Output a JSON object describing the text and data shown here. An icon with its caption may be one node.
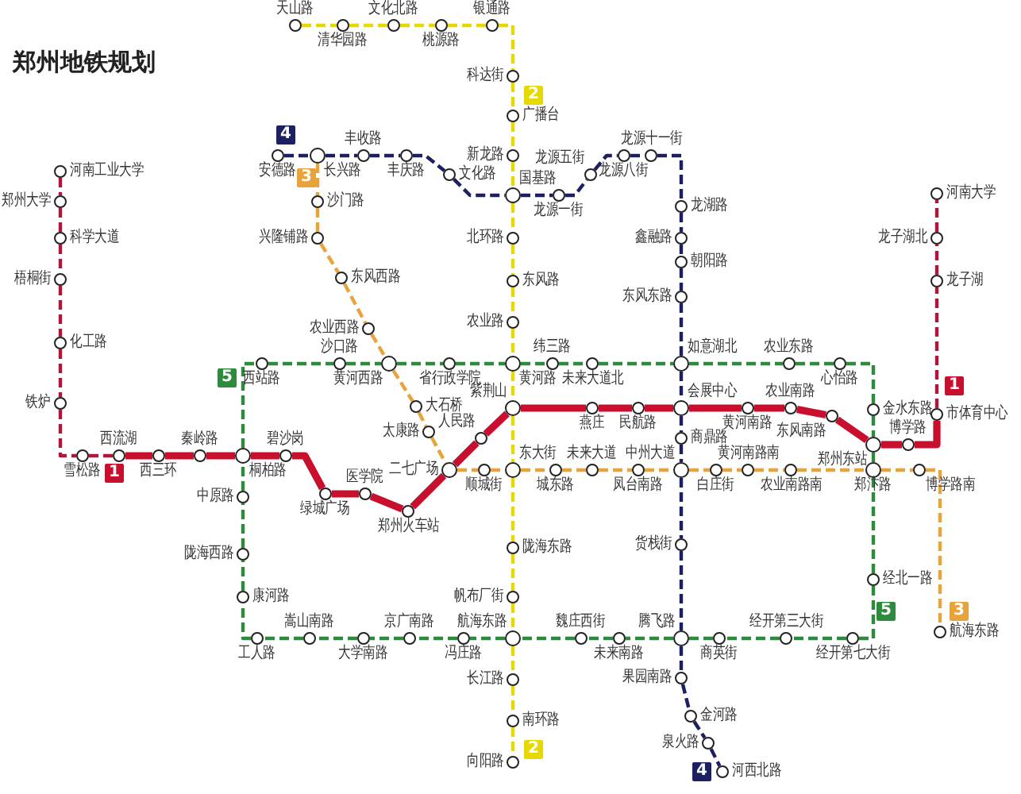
{
  "diagram": {
    "title": "郑州地铁规划",
    "nodes": [
      {
        "text": [],
        "shape": "circle",
        "beside": [
          "天山路"
        ]
      },
      {
        "text": [],
        "shape": "circle",
        "beside": [
          "清华园路"
        ]
      },
      {
        "text": [],
        "shape": "circle",
        "beside": [
          "文化北路"
        ]
      },
      {
        "text": [],
        "shape": "circle",
        "beside": [
          "桃源路"
        ]
      },
      {
        "text": [],
        "shape": "circle",
        "beside": [
          "银通路"
        ]
      },
      {
        "text": [],
        "shape": "circle",
        "beside": [
          "科达街"
        ]
      },
      {
        "text": [],
        "shape": "circle",
        "beside": [
          "广播台"
        ]
      },
      {
        "text": [],
        "shape": "circle",
        "beside": [
          "新龙路"
        ]
      },
      {
        "text": [],
        "shape": "circle",
        "beside": [
          "国基路"
        ]
      },
      {
        "text": [],
        "shape": "circle",
        "beside": [
          "北环路"
        ]
      },
      {
        "text": [],
        "shape": "circle",
        "beside": [
          "东风路"
        ]
      },
      {
        "text": [],
        "shape": "circle",
        "beside": [
          "农业路"
        ]
      },
      {
        "text": [],
        "shape": "circle",
        "beside": [
          "黄河路"
        ]
      },
      {
        "text": [],
        "shape": "circle",
        "beside": [
          "紫荆山"
        ]
      },
      {
        "text": [],
        "shape": "circle",
        "beside": [
          "东大街"
        ]
      },
      {
        "text": [],
        "shape": "circle",
        "beside": [
          "陇海东路"
        ]
      },
      {
        "text": [],
        "shape": "circle",
        "beside": [
          "帆布厂街"
        ]
      },
      {
        "text": [],
        "shape": "circle",
        "beside": [
          "航海东路"
        ]
      },
      {
        "text": [],
        "shape": "circle",
        "beside": [
          "长江路"
        ]
      },
      {
        "text": [],
        "shape": "circle",
        "beside": [
          "南环路"
        ]
      },
      {
        "text": [],
        "shape": "circle",
        "beside": [
          "向阳路"
        ]
      },
      {
        "text": [],
        "shape": "circle",
        "beside": [
          "安德路"
        ]
      },
      {
        "text": [],
        "shape": "circle",
        "beside": [
          "长兴路"
        ]
      },
      {
        "text": [],
        "shape": "circle",
        "beside": [
          "丰收路"
        ]
      },
      {
        "text": [],
        "shape": "circle",
        "beside": [
          "丰庆路"
        ]
      },
      {
        "text": [],
        "shape": "circle",
        "beside": [
          "文化路"
        ]
      },
      {
        "text": [],
        "shape": "circle",
        "beside": [
          "龙源一街"
        ]
      },
      {
        "text": [],
        "shape": "circle",
        "beside": [
          "龙源五街"
        ]
      },
      {
        "text": [],
        "shape": "circle",
        "beside": [
          "龙源八街"
        ]
      },
      {
        "text": [],
        "shape": "circle",
        "beside": [
          "龙源十一街"
        ]
      },
      {
        "text": [],
        "shape": "circle",
        "beside": [
          "龙湖路"
        ]
      },
      {
        "text": [],
        "shape": "circle",
        "beside": [
          "鑫融路"
        ]
      },
      {
        "text": [],
        "shape": "circle",
        "beside": [
          "朝阳路"
        ]
      },
      {
        "text": [],
        "shape": "circle",
        "beside": [
          "东风东路"
        ]
      },
      {
        "text": [],
        "shape": "circle",
        "beside": [
          "如意湖北"
        ]
      },
      {
        "text": [],
        "shape": "circle",
        "beside": [
          "会展中心"
        ]
      },
      {
        "text": [],
        "shape": "circle",
        "beside": [
          "商鼎路"
        ]
      },
      {
        "text": [],
        "shape": "circle",
        "beside": [
          "中州大道"
        ]
      },
      {
        "text": [],
        "shape": "circle",
        "beside": [
          "货栈街"
        ]
      },
      {
        "text": [],
        "shape": "circle",
        "beside": [
          "腾飞路"
        ]
      },
      {
        "text": [],
        "shape": "circle",
        "beside": [
          "果园南路"
        ]
      },
      {
        "text": [],
        "shape": "circle",
        "beside": [
          "金河路"
        ]
      },
      {
        "text": [],
        "shape": "circle",
        "beside": [
          "泉火路"
        ]
      },
      {
        "text": [],
        "shape": "circle",
        "beside": [
          "河西北路"
        ]
      },
      {
        "text": [],
        "shape": "circle",
        "beside": [
          "沙门路"
        ]
      },
      {
        "text": [],
        "shape": "circle",
        "beside": [
          "兴隆铺路"
        ]
      },
      {
        "text": [],
        "shape": "circle",
        "beside": [
          "东风西路"
        ]
      },
      {
        "text": [],
        "shape": "circle",
        "beside": [
          "农业西路"
        ]
      },
      {
        "text": [],
        "shape": "circle",
        "beside": [
          "黄河西路"
        ]
      },
      {
        "text": [],
        "shape": "circle",
        "beside": [
          "大石桥"
        ]
      },
      {
        "text": [],
        "shape": "circle",
        "beside": [
          "太康路"
        ]
      },
      {
        "text": [],
        "shape": "circle",
        "beside": [
          "二七广场"
        ]
      },
      {
        "text": [],
        "shape": "circle",
        "beside": [
          "顺城街"
        ]
      },
      {
        "text": [],
        "shape": "circle",
        "beside": [
          "城东路"
        ]
      },
      {
        "text": [],
        "shape": "circle",
        "beside": [
          "未来大道"
        ]
      },
      {
        "text": [],
        "shape": "circle",
        "beside": [
          "凤台南路"
        ]
      },
      {
        "text": [],
        "shape": "circle",
        "beside": [
          "白庄街"
        ]
      },
      {
        "text": [],
        "shape": "circle",
        "beside": [
          "黄河南路南"
        ]
      },
      {
        "text": [],
        "shape": "circle",
        "beside": [
          "农业南路南"
        ]
      },
      {
        "text": [],
        "shape": "circle",
        "beside": [
          "郑汴路"
        ]
      },
      {
        "text": [],
        "shape": "circle",
        "beside": [
          "博学路南"
        ]
      },
      {
        "text": [],
        "shape": "circle",
        "beside": [
          "航海东路"
        ]
      },
      {
        "text": [],
        "shape": "circle",
        "beside": [
          "河南工业大学"
        ]
      },
      {
        "text": [],
        "shape": "circle",
        "beside": [
          "郑州大学"
        ]
      },
      {
        "text": [],
        "shape": "circle",
        "beside": [
          "科学大道"
        ]
      },
      {
        "text": [],
        "shape": "circle",
        "beside": [
          "梧桐街"
        ]
      },
      {
        "text": [],
        "shape": "circle",
        "beside": [
          "化工路"
        ]
      },
      {
        "text": [],
        "shape": "circle",
        "beside": [
          "铁炉"
        ]
      },
      {
        "text": [],
        "shape": "circle",
        "beside": [
          "雪松路"
        ]
      },
      {
        "text": [],
        "shape": "circle",
        "beside": [
          "西流湖"
        ]
      },
      {
        "text": [],
        "shape": "circle",
        "beside": [
          "西三环"
        ]
      },
      {
        "text": [],
        "shape": "circle",
        "beside": [
          "秦岭路"
        ]
      },
      {
        "text": [],
        "shape": "circle",
        "beside": [
          "桐柏路"
        ]
      },
      {
        "text": [],
        "shape": "circle",
        "beside": [
          "碧沙岗"
        ]
      },
      {
        "text": [],
        "shape": "circle",
        "beside": [
          "绿城广场"
        ]
      },
      {
        "text": [],
        "shape": "circle",
        "beside": [
          "医学院"
        ]
      },
      {
        "text": [],
        "shape": "circle",
        "beside": [
          "郑州火车站"
        ]
      },
      {
        "text": [],
        "shape": "circle",
        "beside": [
          "人民路"
        ]
      },
      {
        "text": [],
        "shape": "circle",
        "beside": [
          "燕庄"
        ]
      },
      {
        "text": [],
        "shape": "circle",
        "beside": [
          "民航路"
        ]
      },
      {
        "text": [],
        "shape": "circle",
        "beside": [
          "黄河南路"
        ]
      },
      {
        "text": [],
        "shape": "circle",
        "beside": [
          "农业南路"
        ]
      },
      {
        "text": [],
        "shape": "circle",
        "beside": [
          "东风南路"
        ]
      },
      {
        "text": [],
        "shape": "circle",
        "beside": [
          "郑州东站"
        ]
      },
      {
        "text": [],
        "shape": "circle",
        "beside": [
          "博学路"
        ]
      },
      {
        "text": [],
        "shape": "circle",
        "beside": [
          "市体育中心"
        ]
      },
      {
        "text": [],
        "shape": "circle",
        "beside": [
          "龙子湖"
        ]
      },
      {
        "text": [],
        "shape": "circle",
        "beside": [
          "龙子湖北"
        ]
      },
      {
        "text": [],
        "shape": "circle",
        "beside": [
          "河南大学"
        ]
      },
      {
        "text": [],
        "shape": "circle",
        "beside": [
          "西站路"
        ]
      },
      {
        "text": [],
        "shape": "circle",
        "beside": [
          "沙口路"
        ]
      },
      {
        "text": [],
        "shape": "circle",
        "beside": [
          "省行政学院"
        ]
      },
      {
        "text": [],
        "shape": "circle",
        "beside": [
          "纬三路"
        ]
      },
      {
        "text": [],
        "shape": "circle",
        "beside": [
          "未来大道北"
        ]
      },
      {
        "text": [],
        "shape": "circle",
        "beside": [
          "农业东路"
        ]
      },
      {
        "text": [],
        "shape": "circle",
        "beside": [
          "心怡路"
        ]
      },
      {
        "text": [],
        "shape": "circle",
        "beside": [
          "金水东路"
        ]
      },
      {
        "text": [],
        "shape": "circle",
        "beside": [
          "经北一路"
        ]
      },
      {
        "text": [],
        "shape": "circle",
        "beside": [
          "经开第七大街"
        ]
      },
      {
        "text": [],
        "shape": "circle",
        "beside": [
          "经开第三大街"
        ]
      },
      {
        "text": [],
        "shape": "circle",
        "beside": [
          "商英街"
        ]
      },
      {
        "text": [],
        "shape": "circle",
        "beside": [
          "未来南路"
        ]
      },
      {
        "text": [],
        "shape": "circle",
        "beside": [
          "魏庄西街"
        ]
      },
      {
        "text": [],
        "shape": "circle",
        "beside": [
          "冯庄路"
        ]
      },
      {
        "text": [],
        "shape": "circle",
        "beside": [
          "京广南路"
        ]
      },
      {
        "text": [],
        "shape": "circle",
        "beside": [
          "大学南路"
        ]
      },
      {
        "text": [],
        "shape": "circle",
        "beside": [
          "嵩山南路"
        ]
      },
      {
        "text": [],
        "shape": "circle",
        "beside": [
          "工人路"
        ]
      },
      {
        "text": [],
        "shape": "circle",
        "beside": [
          "康河路"
        ]
      },
      {
        "text": [],
        "shape": "circle",
        "beside": [
          "陇海西路"
        ]
      },
      {
        "text": [],
        "shape": "circle",
        "beside": [
          "中原路"
        ]
      }
    ],
    "edges": [
      {
        "from": 0,
        "to": 1,
        "arrow": "none",
        "style": "dashed",
        "color": "#e6d800"
      },
      {
        "from": 1,
        "to": 2,
        "arrow": "none",
        "style": "dashed",
        "color": "#e6d800"
      },
      {
        "from": 2,
        "to": 3,
        "arrow": "none",
        "style": "dashed",
        "color": "#e6d800"
      },
      {
        "from": 3,
        "to": 4,
        "arrow": "none",
        "style": "dashed",
        "color": "#e6d800"
      },
      {
        "from": 4,
        "to": 5,
        "arrow": "none",
        "style": "dashed",
        "color": "#e6d800"
      },
      {
        "from": 5,
        "to": 6,
        "arrow": "none",
        "style": "dashed",
        "color": "#e6d800"
      },
      {
        "from": 6,
        "to": 7,
        "arrow": "none",
        "style": "dashed",
        "color": "#e6d800"
      },
      {
        "from": 7,
        "to": 8,
        "arrow": "none",
        "style": "dashed",
        "color": "#e6d800"
      },
      {
        "from": 8,
        "to": 9,
        "arrow": "none",
        "style": "dashed",
        "color": "#e6d800"
      },
      {
        "from": 9,
        "to": 10,
        "arrow": "none",
        "style": "dashed",
        "color": "#e6d800"
      },
      {
        "from": 10,
        "to": 11,
        "arrow": "none",
        "style": "dashed",
        "color": "#e6d800"
      },
      {
        "from": 11,
        "to": 12,
        "arrow": "none",
        "style": "dashed",
        "color": "#e6d800"
      },
      {
        "from": 12,
        "to": 13,
        "arrow": "none",
        "style": "dashed",
        "color": "#e6d800"
      },
      {
        "from": 13,
        "to": 14,
        "arrow": "none",
        "style": "dashed",
        "color": "#e6d800"
      },
      {
        "from": 14,
        "to": 15,
        "arrow": "none",
        "style": "dashed",
        "color": "#e6d800"
      },
      {
        "from": 15,
        "to": 16,
        "arrow": "none",
        "style": "dashed",
        "color": "#e6d800"
      },
      {
        "from": 16,
        "to": 17,
        "arrow": "none",
        "style": "dashed",
        "color": "#e6d800"
      },
      {
        "from": 17,
        "to": 18,
        "arrow": "none",
        "style": "dashed",
        "color": "#e6d800"
      },
      {
        "from": 18,
        "to": 19,
        "arrow": "none",
        "style": "dashed",
        "color": "#e6d800"
      },
      {
        "from": 19,
        "to": 20,
        "arrow": "none",
        "style": "dashed",
        "color": "#e6d800"
      },
      {
        "from": 21,
        "to": 22,
        "arrow": "none",
        "style": "dashed",
        "color": "#1c2060"
      },
      {
        "from": 22,
        "to": 23,
        "arrow": "none",
        "style": "dashed",
        "color": "#1c2060"
      },
      {
        "from": 23,
        "to": 24,
        "arrow": "none",
        "style": "dashed",
        "color": "#1c2060"
      },
      {
        "from": 24,
        "to": 25,
        "arrow": "none",
        "style": "dashed",
        "color": "#1c2060"
      },
      {
        "from": 25,
        "to": 8,
        "arrow": "none",
        "style": "dashed",
        "color": "#1c2060"
      },
      {
        "from": 8,
        "to": 26,
        "arrow": "none",
        "style": "dashed",
        "color": "#1c2060"
      },
      {
        "from": 26,
        "to": 27,
        "arrow": "none",
        "style": "dashed",
        "color": "#1c2060"
      },
      {
        "from": 27,
        "to": 28,
        "arrow": "none",
        "style": "dashed",
        "color": "#1c2060"
      },
      {
        "from": 28,
        "to": 29,
        "arrow": "none",
        "style": "dashed",
        "color": "#1c2060"
      },
      {
        "from": 29,
        "to": 30,
        "arrow": "none",
        "style": "dashed",
        "color": "#1c2060"
      },
      {
        "from": 30,
        "to": 31,
        "arrow": "none",
        "style": "dashed",
        "color": "#1c2060"
      },
      {
        "from": 31,
        "to": 32,
        "arrow": "none",
        "style": "dashed",
        "color": "#1c2060"
      },
      {
        "from": 32,
        "to": 33,
        "arrow": "none",
        "style": "dashed",
        "color": "#1c2060"
      },
      {
        "from": 33,
        "to": 34,
        "arrow": "none",
        "style": "dashed",
        "color": "#1c2060"
      },
      {
        "from": 34,
        "to": 35,
        "arrow": "none",
        "style": "dashed",
        "color": "#1c2060"
      },
      {
        "from": 35,
        "to": 36,
        "arrow": "none",
        "style": "dashed",
        "color": "#1c2060"
      },
      {
        "from": 36,
        "to": 37,
        "arrow": "none",
        "style": "dashed",
        "color": "#1c2060"
      },
      {
        "from": 37,
        "to": 38,
        "arrow": "none",
        "style": "dashed",
        "color": "#1c2060"
      },
      {
        "from": 38,
        "to": 39,
        "arrow": "none",
        "style": "dashed",
        "color": "#1c2060"
      },
      {
        "from": 39,
        "to": 40,
        "arrow": "none",
        "style": "dashed",
        "color": "#1c2060"
      },
      {
        "from": 40,
        "to": 41,
        "arrow": "none",
        "style": "dashed",
        "color": "#1c2060"
      },
      {
        "from": 41,
        "to": 42,
        "arrow": "none",
        "style": "dashed",
        "color": "#1c2060"
      },
      {
        "from": 42,
        "to": 43,
        "arrow": "none",
        "style": "dashed",
        "color": "#1c2060"
      },
      {
        "from": 22,
        "to": 44,
        "arrow": "none",
        "style": "dashed",
        "color": "#e8a33c"
      },
      {
        "from": 44,
        "to": 45,
        "arrow": "none",
        "style": "dashed",
        "color": "#e8a33c"
      },
      {
        "from": 45,
        "to": 46,
        "arrow": "none",
        "style": "dashed",
        "color": "#e8a33c"
      },
      {
        "from": 46,
        "to": 47,
        "arrow": "none",
        "style": "dashed",
        "color": "#e8a33c"
      },
      {
        "from": 47,
        "to": 48,
        "arrow": "none",
        "style": "dashed",
        "color": "#e8a33c"
      },
      {
        "from": 48,
        "to": 49,
        "arrow": "none",
        "style": "dashed",
        "color": "#e8a33c"
      },
      {
        "from": 49,
        "to": 50,
        "arrow": "none",
        "style": "dashed",
        "color": "#e8a33c"
      },
      {
        "from": 50,
        "to": 51,
        "arrow": "none",
        "style": "dashed",
        "color": "#e8a33c"
      },
      {
        "from": 51,
        "to": 52,
        "arrow": "none",
        "style": "dashed",
        "color": "#e8a33c"
      },
      {
        "from": 52,
        "to": 14,
        "arrow": "none",
        "style": "dashed",
        "color": "#e8a33c"
      },
      {
        "from": 14,
        "to": 53,
        "arrow": "none",
        "style": "dashed",
        "color": "#e8a33c"
      },
      {
        "from": 53,
        "to": 54,
        "arrow": "none",
        "style": "dashed",
        "color": "#e8a33c"
      },
      {
        "from": 54,
        "to": 55,
        "arrow": "none",
        "style": "dashed",
        "color": "#e8a33c"
      },
      {
        "from": 55,
        "to": 37,
        "arrow": "none",
        "style": "dashed",
        "color": "#e8a33c"
      },
      {
        "from": 37,
        "to": 56,
        "arrow": "none",
        "style": "dashed",
        "color": "#e8a33c"
      },
      {
        "from": 56,
        "to": 57,
        "arrow": "none",
        "style": "dashed",
        "color": "#e8a33c"
      },
      {
        "from": 57,
        "to": 58,
        "arrow": "none",
        "style": "dashed",
        "color": "#e8a33c"
      },
      {
        "from": 58,
        "to": 59,
        "arrow": "none",
        "style": "dashed",
        "color": "#e8a33c"
      },
      {
        "from": 59,
        "to": 60,
        "arrow": "none",
        "style": "dashed",
        "color": "#e8a33c"
      },
      {
        "from": 60,
        "to": 61,
        "arrow": "none",
        "style": "dashed",
        "color": "#e8a33c"
      },
      {
        "from": 62,
        "to": 63,
        "arrow": "none",
        "style": "dashed",
        "color": "#b0163a"
      },
      {
        "from": 63,
        "to": 64,
        "arrow": "none",
        "style": "dashed",
        "color": "#b0163a"
      },
      {
        "from": 64,
        "to": 65,
        "arrow": "none",
        "style": "dashed",
        "color": "#b0163a"
      },
      {
        "from": 65,
        "to": 66,
        "arrow": "none",
        "style": "dashed",
        "color": "#b0163a"
      },
      {
        "from": 66,
        "to": 67,
        "arrow": "none",
        "style": "dashed",
        "color": "#b0163a"
      },
      {
        "from": 67,
        "to": 68,
        "arrow": "none",
        "style": "dashed",
        "color": "#b0163a"
      },
      {
        "from": 68,
        "to": 69,
        "arrow": "none",
        "style": "dashed",
        "color": "#b0163a"
      },
      {
        "from": 69,
        "to": 70,
        "arrow": "none",
        "style": "thick",
        "color": "#c8102e"
      },
      {
        "from": 70,
        "to": 71,
        "arrow": "none",
        "style": "thick",
        "color": "#c8102e"
      },
      {
        "from": 71,
        "to": 72,
        "arrow": "none",
        "style": "thick",
        "color": "#c8102e"
      },
      {
        "from": 72,
        "to": 73,
        "arrow": "none",
        "style": "thick",
        "color": "#c8102e"
      },
      {
        "from": 73,
        "to": 74,
        "arrow": "none",
        "style": "thick",
        "color": "#c8102e"
      },
      {
        "from": 74,
        "to": 75,
        "arrow": "none",
        "style": "thick",
        "color": "#c8102e"
      },
      {
        "from": 75,
        "to": 76,
        "arrow": "none",
        "style": "thick",
        "color": "#c8102e"
      },
      {
        "from": 76,
        "to": 51,
        "arrow": "none",
        "style": "thick",
        "color": "#c8102e"
      },
      {
        "from": 51,
        "to": 77,
        "arrow": "none",
        "style": "thick",
        "color": "#c8102e"
      },
      {
        "from": 77,
        "to": 13,
        "arrow": "none",
        "style": "thick",
        "color": "#c8102e"
      },
      {
        "from": 13,
        "to": 78,
        "arrow": "none",
        "style": "thick",
        "color": "#c8102e"
      },
      {
        "from": 78,
        "to": 79,
        "arrow": "none",
        "style": "thick",
        "color": "#c8102e"
      },
      {
        "from": 79,
        "to": 35,
        "arrow": "none",
        "style": "thick",
        "color": "#c8102e"
      },
      {
        "from": 35,
        "to": 80,
        "arrow": "none",
        "style": "thick",
        "color": "#c8102e"
      },
      {
        "from": 80,
        "to": 81,
        "arrow": "none",
        "style": "thick",
        "color": "#c8102e"
      },
      {
        "from": 81,
        "to": 82,
        "arrow": "none",
        "style": "thick",
        "color": "#c8102e"
      },
      {
        "from": 82,
        "to": 83,
        "arrow": "none",
        "style": "thick",
        "color": "#c8102e"
      },
      {
        "from": 83,
        "to": 84,
        "arrow": "none",
        "style": "thick",
        "color": "#c8102e"
      },
      {
        "from": 84,
        "to": 85,
        "arrow": "none",
        "style": "thick",
        "color": "#c8102e"
      },
      {
        "from": 85,
        "to": 86,
        "arrow": "none",
        "style": "dashed",
        "color": "#b0163a"
      },
      {
        "from": 86,
        "to": 87,
        "arrow": "none",
        "style": "dashed",
        "color": "#b0163a"
      },
      {
        "from": 87,
        "to": 88,
        "arrow": "none",
        "style": "dashed",
        "color": "#b0163a"
      },
      {
        "from": 89,
        "to": 90,
        "arrow": "none",
        "style": "dashed"
      },
      {
        "from": 90,
        "to": 48,
        "arrow": "none",
        "style": "dashed"
      },
      {
        "from": 48,
        "to": 91,
        "arrow": "none",
        "style": "dashed"
      },
      {
        "from": 91,
        "to": 12,
        "arrow": "none",
        "style": "dashed"
      },
      {
        "from": 12,
        "to": 92,
        "arrow": "none",
        "style": "dashed"
      },
      {
        "from": 92,
        "to": 93,
        "arrow": "none",
        "style": "dashed"
      },
      {
        "from": 93,
        "to": 34,
        "arrow": "none",
        "style": "dashed"
      },
      {
        "from": 34,
        "to": 94,
        "arrow": "none",
        "style": "dashed"
      },
      {
        "from": 94,
        "to": 95,
        "arrow": "none",
        "style": "dashed"
      },
      {
        "from": 95,
        "to": 96,
        "arrow": "none",
        "style": "dashed"
      },
      {
        "from": 96,
        "to": 83,
        "arrow": "none",
        "style": "dashed"
      },
      {
        "from": 83,
        "to": 59,
        "arrow": "none",
        "style": "dashed"
      },
      {
        "from": 59,
        "to": 97,
        "arrow": "none",
        "style": "dashed"
      },
      {
        "from": 97,
        "to": 98,
        "arrow": "none",
        "style": "dashed"
      },
      {
        "from": 98,
        "to": 99,
        "arrow": "none",
        "style": "dashed"
      },
      {
        "from": 99,
        "to": 100,
        "arrow": "none",
        "style": "dashed"
      },
      {
        "from": 100,
        "to": 39,
        "arrow": "none",
        "style": "dashed"
      },
      {
        "from": 39,
        "to": 101,
        "arrow": "none",
        "style": "dashed"
      },
      {
        "from": 101,
        "to": 102,
        "arrow": "none",
        "style": "dashed"
      },
      {
        "from": 102,
        "to": 17,
        "arrow": "none",
        "style": "dashed"
      },
      {
        "from": 17,
        "to": 103,
        "arrow": "none",
        "style": "dashed"
      },
      {
        "from": 103,
        "to": 104,
        "arrow": "none",
        "style": "dashed"
      },
      {
        "from": 104,
        "to": 105,
        "arrow": "none",
        "style": "dashed"
      },
      {
        "from": 105,
        "to": 106,
        "arrow": "none",
        "style": "dashed"
      },
      {
        "from": 106,
        "to": 107,
        "arrow": "none",
        "style": "dashed"
      },
      {
        "from": 107,
        "to": 108,
        "arrow": "none",
        "style": "dashed"
      },
      {
        "from": 108,
        "to": 109,
        "arrow": "none",
        "style": "dashed"
      },
      {
        "from": 109,
        "to": 110,
        "arrow": "none",
        "style": "dashed"
      },
      {
        "from": 110,
        "to": 72,
        "arrow": "none",
        "style": "dashed"
      },
      {
        "from": 72,
        "to": 89,
        "arrow": "none",
        "style": "dashed"
      }
    ],
    "labels": [
      "2",
      "4",
      "3",
      "5",
      "1",
      "1",
      "3",
      "5",
      "2",
      "4"
    ]
  }
}
